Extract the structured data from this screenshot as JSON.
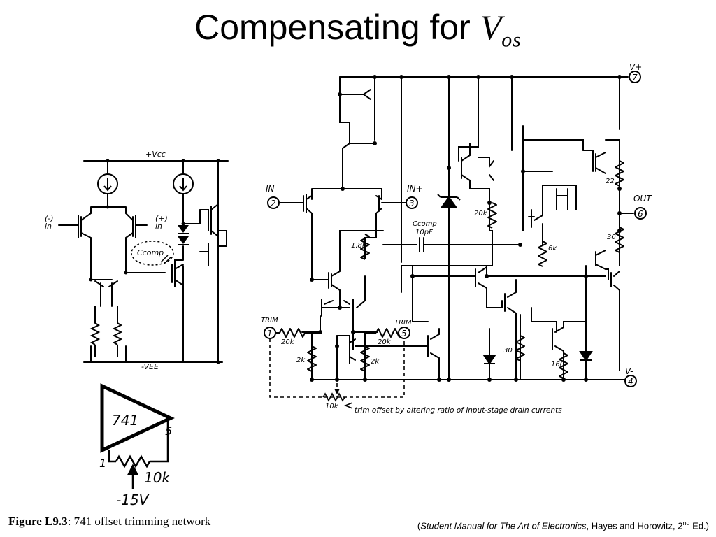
{
  "slide": {
    "title_text": "Compensating for ",
    "title_symbol": "V",
    "title_subscript": "os"
  },
  "main_schematic": {
    "pins": {
      "vplus_label": "V+",
      "vplus_num": "7",
      "in_minus_label": "IN-",
      "in_minus_num": "2",
      "in_plus_label": "IN+",
      "in_plus_num": "3",
      "out_label": "OUT",
      "out_num": "6",
      "trim1_label": "TRIM",
      "trim1_num": "1",
      "trim5_label": "TRIM",
      "trim5_num": "5",
      "vminus_label": "V-",
      "vminus_num": "4"
    },
    "resistors": {
      "r22": "22",
      "r20k_mid": "20k",
      "r6k": "6k",
      "r30_upper": "30",
      "r1_8k": "1.8k",
      "r20k_left": "20k",
      "r20k_right": "20k",
      "r2k_left": "2k",
      "r2k_right": "2k",
      "r30_lower": "30",
      "r160": "160",
      "pot10k": "10k"
    },
    "ccomp_label": "Ccomp",
    "ccomp_value": "10pF",
    "trim_annotation": "trim offset by altering ratio of input-stage drain currents"
  },
  "simplified_schematic": {
    "vcc_label": "+Vcc",
    "vee_label": "-VEE",
    "in_minus": "(-)\nin",
    "in_plus": "(+)\nin",
    "ccomp_label": "Ccomp"
  },
  "trim_figure": {
    "amp_label": "741",
    "pin5": "5",
    "pin1": "1",
    "pot_value": "10k",
    "supply": "-15V"
  },
  "figure_caption": {
    "label": "Figure L9.3",
    "text": ": 741 offset trimming network"
  },
  "citation": {
    "open": "(",
    "book": "Student Manual for The Art of Electronics",
    "authors": ", Hayes and Horowitz, 2",
    "edition_sup": "nd",
    "close": " Ed.)"
  }
}
